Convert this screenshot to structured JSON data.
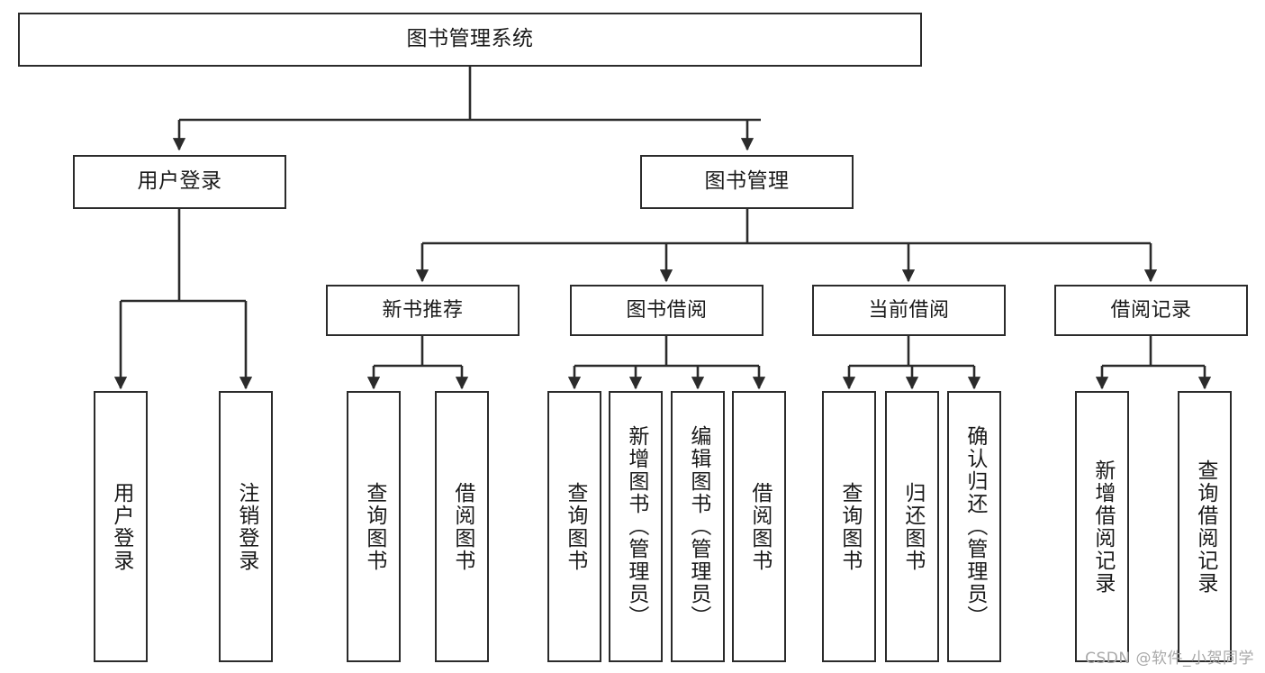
{
  "diagram": {
    "title": "图书管理系统",
    "watermark": "CSDN @软件_小贺同学",
    "line_color": "#2b2b2b",
    "box_fill": "#ffffff",
    "text_color": "#1a1a1a",
    "watermark_color": "#a9a9a9",
    "root": {
      "label": "图书管理系统"
    },
    "level2": [
      {
        "label": "用户登录"
      },
      {
        "label": "图书管理"
      }
    ],
    "level3": [
      {
        "label": "新书推荐"
      },
      {
        "label": "图书借阅"
      },
      {
        "label": "当前借阅"
      },
      {
        "label": "借阅记录"
      }
    ],
    "leaves": {
      "user_login": [
        {
          "label": "用户登录"
        },
        {
          "label": "注销登录"
        }
      ],
      "new_book_recommend": [
        {
          "label": "查询图书"
        },
        {
          "label": "借阅图书"
        }
      ],
      "book_borrow": [
        {
          "label": "查询图书"
        },
        {
          "label": "新增图书（管理员）"
        },
        {
          "label": "编辑图书（管理员）"
        },
        {
          "label": "借阅图书"
        }
      ],
      "current_borrow": [
        {
          "label": "查询图书"
        },
        {
          "label": "归还图书"
        },
        {
          "label": "确认归还（管理员）"
        }
      ],
      "borrow_record": [
        {
          "label": "新增借阅记录"
        },
        {
          "label": "查询借阅记录"
        }
      ]
    }
  }
}
